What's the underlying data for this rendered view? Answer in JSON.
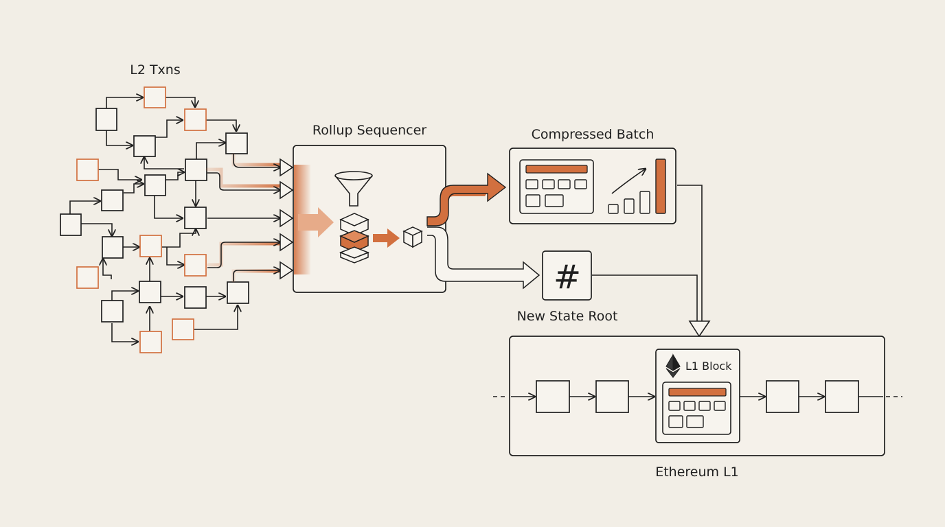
{
  "labels": {
    "l2_txns": "L2 Txns",
    "sequencer": "Rollup Sequencer",
    "batch": "Compressed Batch",
    "state_root": "New State Root",
    "state_root_symbol": "#",
    "l1_block": "L1 Block",
    "ethereum": "Ethereum L1"
  },
  "icons": {
    "funnel": "funnel-icon",
    "blocks": "stacked-blocks-icon",
    "cube": "cube-icon",
    "chart": "growth-chart-icon",
    "ethereum": "ethereum-logo-icon",
    "hash": "hash-icon"
  },
  "colors": {
    "background": "#f2eee6",
    "ink": "#1f1f1f",
    "accent": "#d2703f",
    "accent_light": "#e9b08e"
  }
}
